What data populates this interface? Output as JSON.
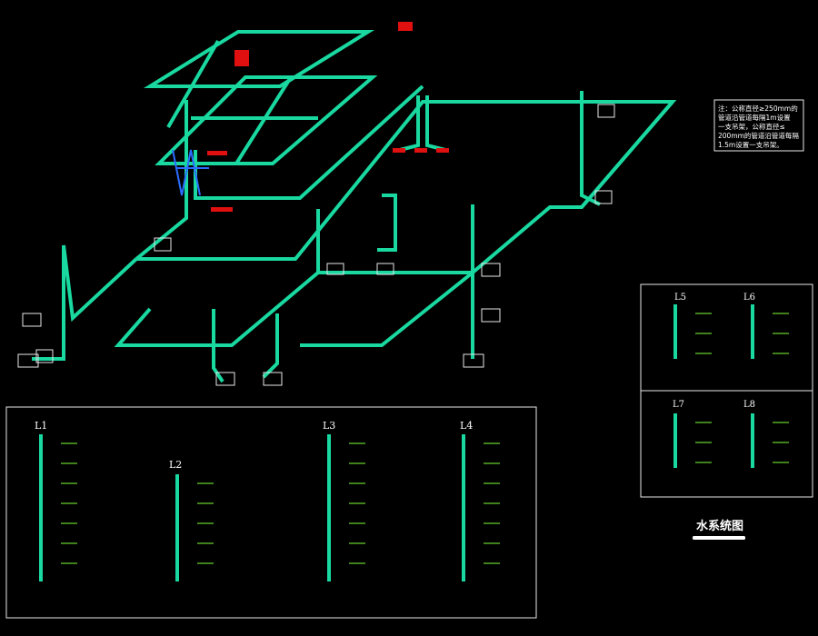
{
  "drawing": {
    "title": "水系统图",
    "note_lines": [
      "注：公称直径≥250mm的",
      "管道沿管道每隔1m设置",
      "一支吊架，公称直径≤",
      "200mm的管道沿管道每隔",
      "1.5m设置一支吊架。"
    ]
  },
  "risers_main": [
    {
      "label": "L1"
    },
    {
      "label": "L2"
    },
    {
      "label": "L3"
    },
    {
      "label": "L4"
    }
  ],
  "risers_side": [
    {
      "label": "L5"
    },
    {
      "label": "L6"
    },
    {
      "label": "L7"
    },
    {
      "label": "L8"
    }
  ],
  "colors": {
    "pipe": "#19d8a0",
    "label_tick": "#7fff3a",
    "background": "#000000",
    "accent_red": "#e01010",
    "branch_blue": "#2b6cff"
  }
}
